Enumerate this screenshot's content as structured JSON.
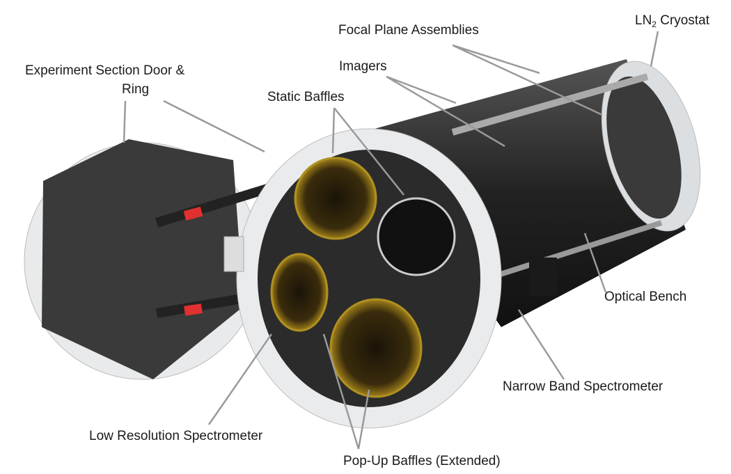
{
  "labels": {
    "focal_plane": "Focal Plane Assemblies",
    "cryostat_prefix": "LN",
    "cryostat_sub": "2",
    "cryostat_suffix": " Cryostat",
    "imagers": "Imagers",
    "door_line1": "Experiment Section Door &",
    "door_line2": "Ring",
    "static_baffles": "Static Baffles",
    "optical_bench": "Optical Bench",
    "narrow_band": "Narrow Band Spectrometer",
    "low_res": "Low Resolution Spectrometer",
    "popup_baffles": "Pop-Up Baffles (Extended)"
  },
  "colors": {
    "leader": "#9a9a9a",
    "body": "#2a2a2a",
    "ring": "#e6e8ea",
    "baffle_gold": "#8a6a10",
    "latch_red": "#e03030"
  }
}
